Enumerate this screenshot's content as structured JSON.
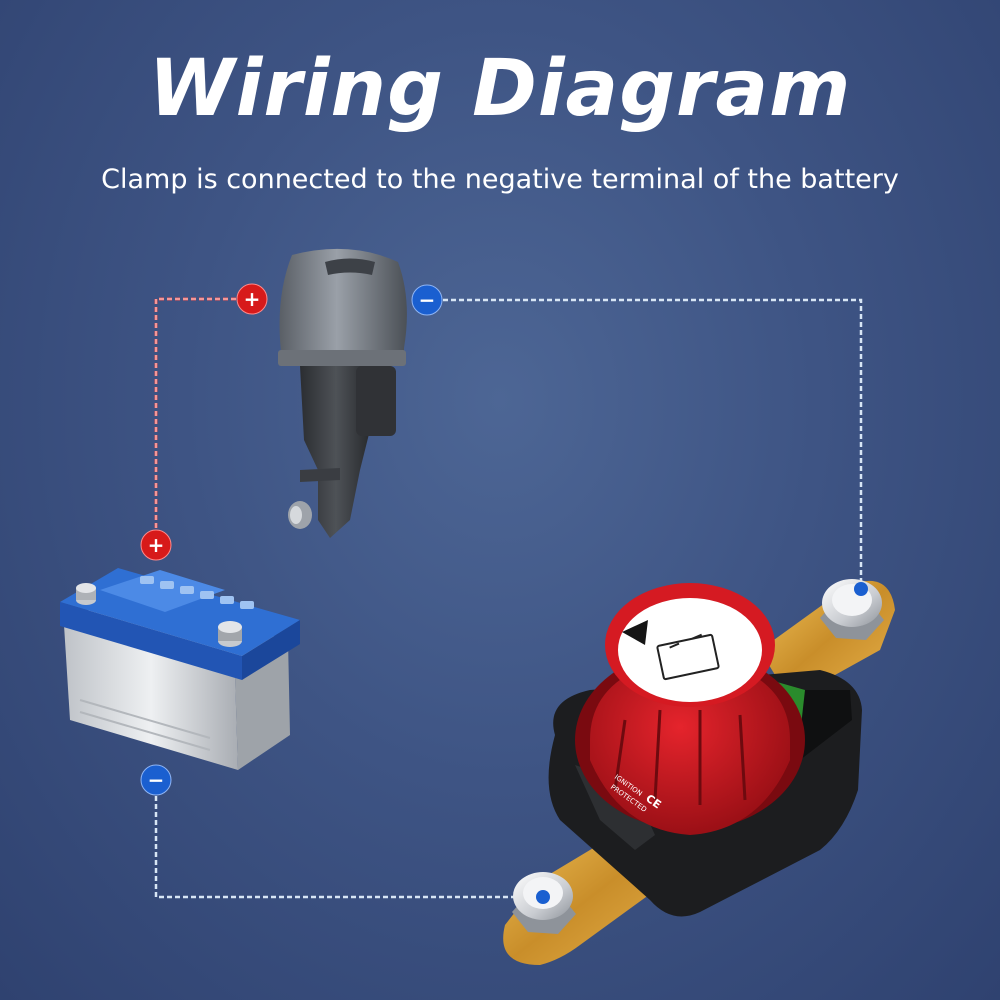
{
  "header": {
    "title": "Wiring Diagram",
    "subtitle": "Clamp is connected to the negative terminal of the battery"
  },
  "badges": {
    "positive": "+",
    "negative": "−"
  },
  "switch": {
    "marking_line1": "IGNITION",
    "marking_line2": "PROTECTED",
    "ce_mark": "CE"
  },
  "colors": {
    "positive_wire": "#e85a5a",
    "negative_wire": "#d8e6f5",
    "positive_badge": "#d71a1a",
    "negative_badge": "#1a5fd0",
    "knob_red": "#c8141c",
    "bus_bar_gold": "#d9a23c",
    "battery_blue": "#2f6fd3"
  },
  "icons": [
    "outboard-motor-icon",
    "battery-icon",
    "battery-switch-icon",
    "terminal-bolt-icon"
  ]
}
